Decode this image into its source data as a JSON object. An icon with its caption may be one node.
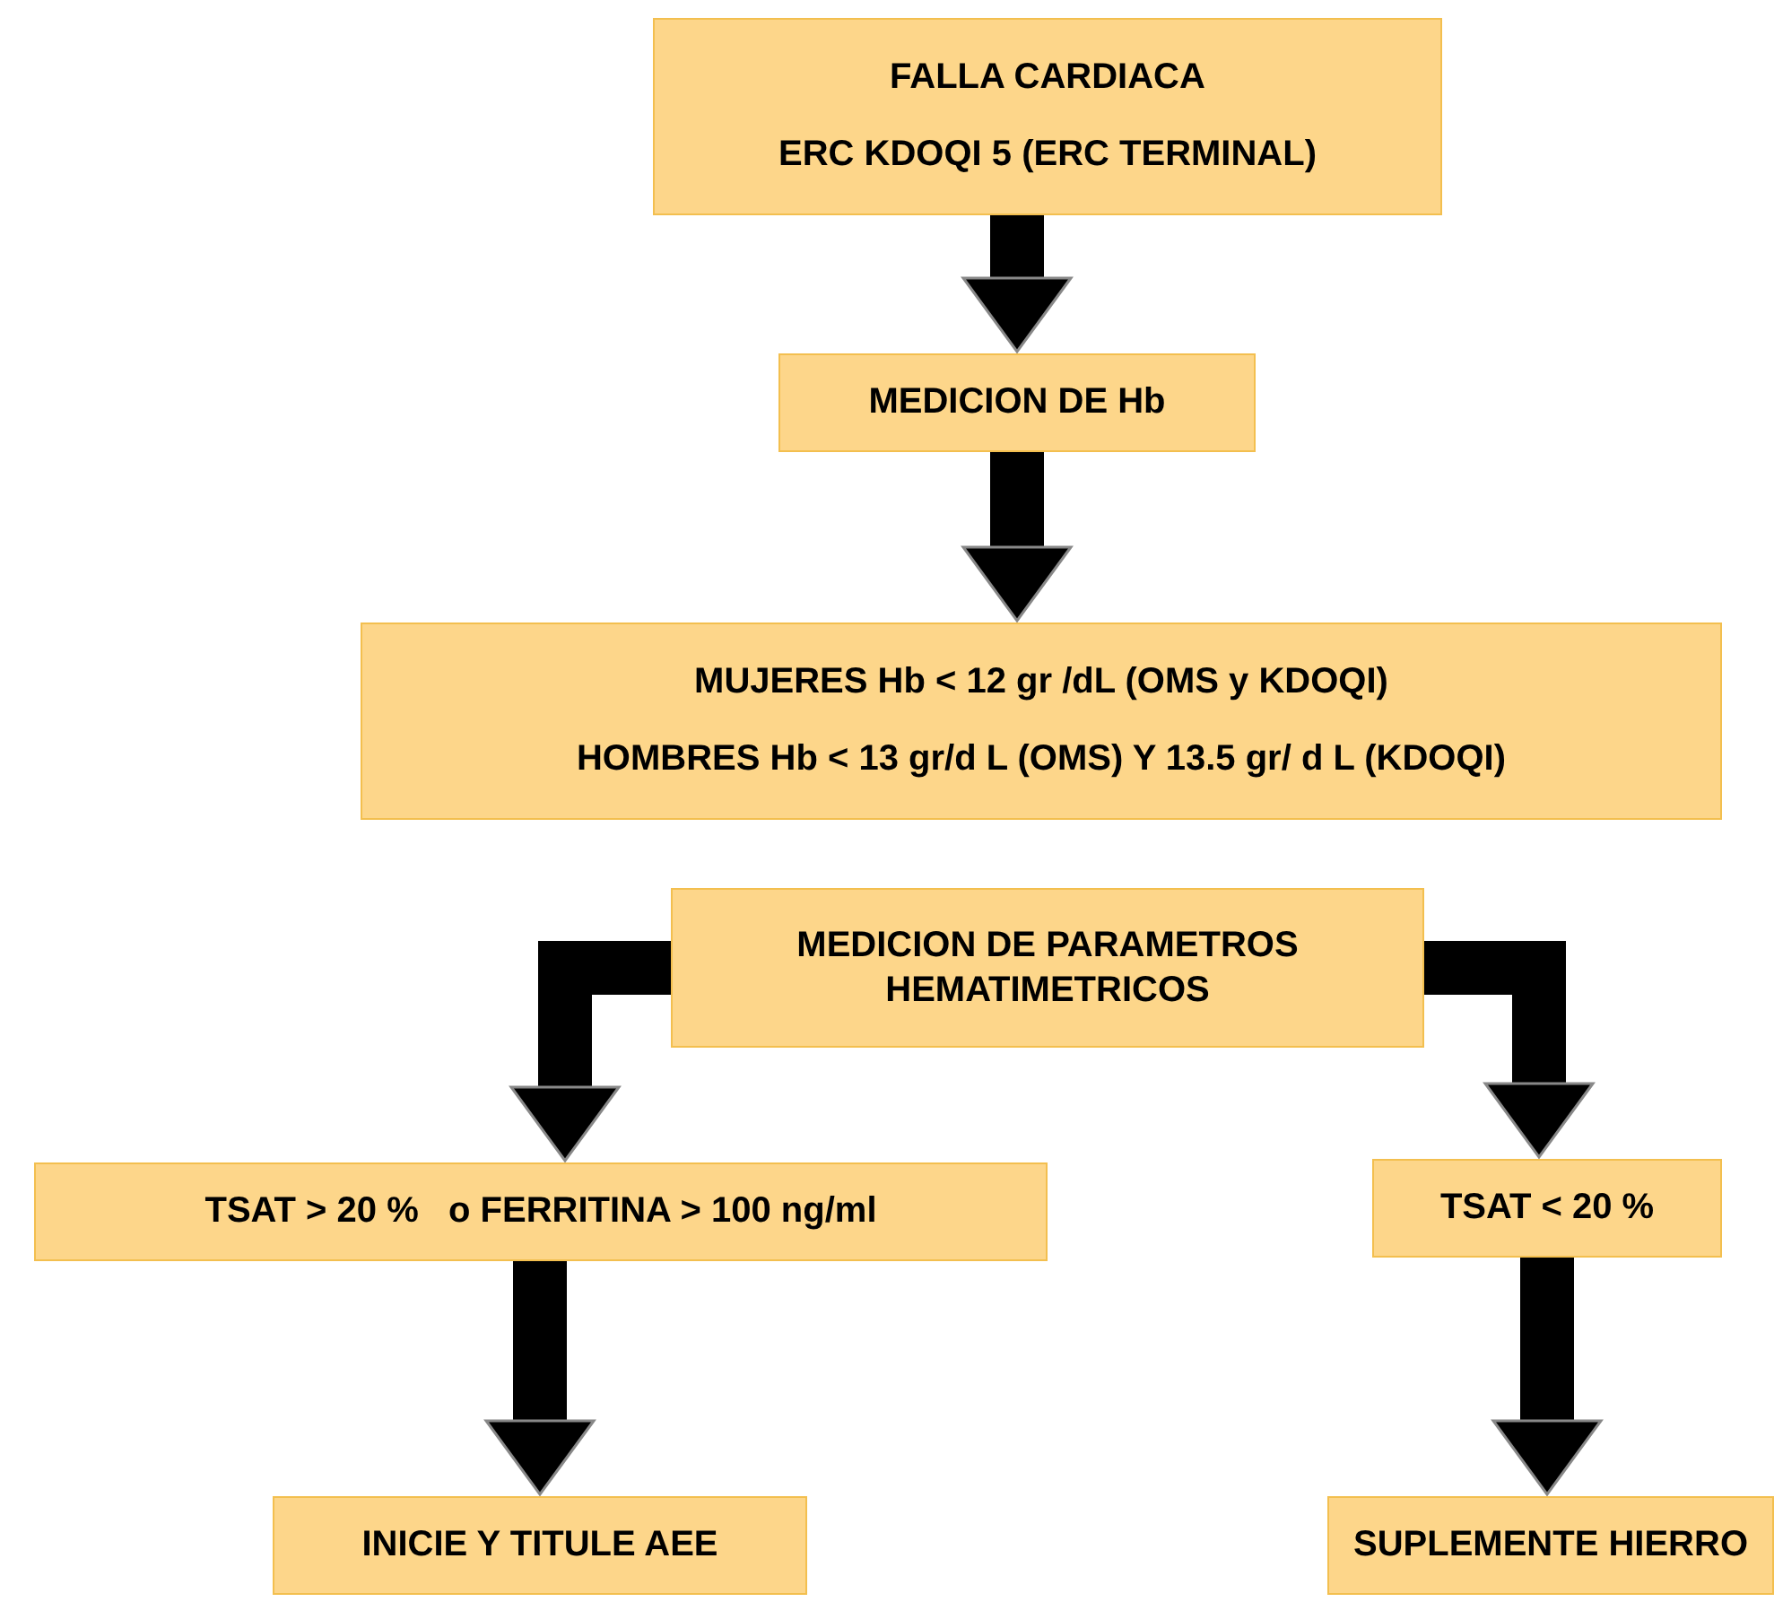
{
  "diagram": {
    "nodes": [
      {
        "text": [
          "FALLA CARDIACA",
          "ERC KDOQI 5 (ERC TERMINAL)"
        ]
      },
      {
        "text": [
          "MEDICION DE Hb"
        ]
      },
      {
        "text": [
          "MUJERES Hb < 12 gr /dL (OMS y KDOQI)",
          "HOMBRES Hb < 13 gr/d L (OMS) Y 13.5 gr/ d L (KDOQI)"
        ]
      },
      {
        "text": [
          "MEDICION DE PARAMETROS HEMATIMETRICOS"
        ]
      },
      {
        "text": [
          "TSAT > 20 %   o FERRITINA > 100 ng/ml"
        ]
      },
      {
        "text": [
          "TSAT < 20 %"
        ]
      },
      {
        "text": [
          "INICIE Y TITULE AEE"
        ]
      },
      {
        "text": [
          "SUPLEMENTE HIERRO"
        ]
      }
    ],
    "edges": [
      {
        "from": 0,
        "to": 1,
        "arrow": "to"
      },
      {
        "from": 1,
        "to": 2,
        "arrow": "to"
      },
      {
        "from": 3,
        "to": 4,
        "arrow": "to"
      },
      {
        "from": 3,
        "to": 5,
        "arrow": "to"
      },
      {
        "from": 4,
        "to": 6,
        "arrow": "to"
      },
      {
        "from": 5,
        "to": 7,
        "arrow": "to"
      }
    ]
  }
}
